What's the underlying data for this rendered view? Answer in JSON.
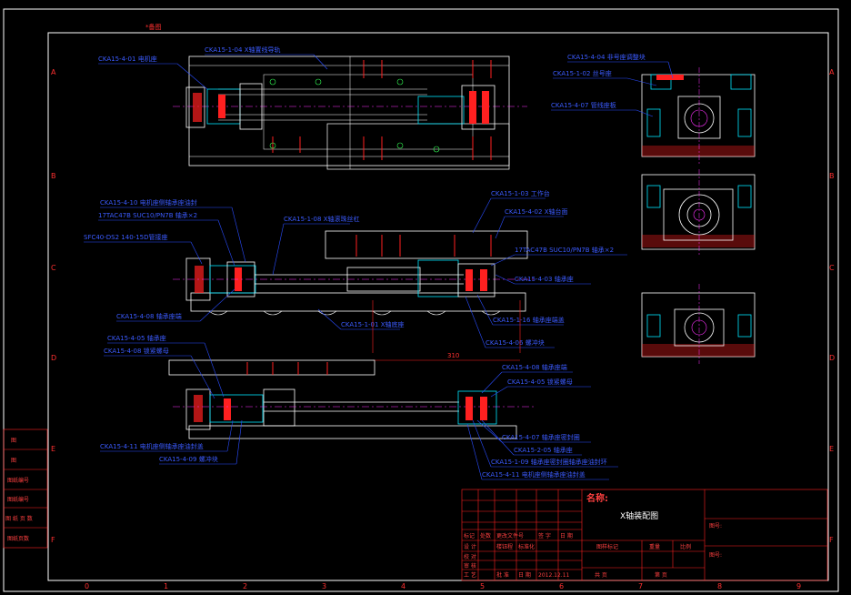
{
  "drawing": {
    "corner_mark": "*备图",
    "dimension": "310",
    "row_labels": [
      "A",
      "B",
      "C",
      "D",
      "E",
      "F"
    ],
    "col_labels": [
      "0",
      "1",
      "2",
      "3",
      "4",
      "5",
      "6",
      "7",
      "8",
      "9"
    ]
  },
  "top_view_labels": [
    "CKA15-4-01 电机座",
    "CKA15-1-04 X轴置线导轨"
  ],
  "section_labels": [
    "CKA15-4-04 非号座调整块",
    "CKA15-1-02 丝号座",
    "CKA15-4-07 管线座板"
  ],
  "mid_view_labels": [
    "CKA15-4-10 电机座侧轴承座油封",
    "17TAC47B SUC10/PN7B 轴承×2",
    "SFC40-DS2 140-15D管接座",
    "CKA15-1-08 X轴滚珠丝杠",
    "CKA15-1-03 工作台",
    "CKA15-4-02 X轴台面",
    "17TAC47B SUC10/PN7B 轴承×2",
    "CKA15-4-03 轴承座",
    "CKA15-4-08 轴承座端",
    "CKA15-1-01 X轴底座",
    "CKA15-1-16 轴承座端盖",
    "CKA15-4-06 螺冲块"
  ],
  "low_view_labels": [
    "CKA15-4-05 轴承座",
    "CKA15-4-08 锁紧螺母",
    "CKA15-4-08 轴承座端",
    "CKA15-4-05 锁紧螺母",
    "CKA15-4-11 电机座侧轴承座油封盖",
    "CKA15-4-09 螺冲块",
    "CKA15-4-07 轴承座密封圈",
    "CKA15-2-05 轴承座",
    "CKA15-1-09 轴承座密封圈轴承座油封环",
    "CKA15-4-11 电机座侧轴承座油封盖"
  ],
  "left_strip": [
    "图",
    "图",
    "图纸编号",
    "图纸编号",
    "图 纸 页 数",
    "图纸页数"
  ],
  "title_block": {
    "name_label": "名称:",
    "name_value": "X轴装配图",
    "drawing_no_label": "图号:",
    "drawing_no_label_2": "图号:",
    "mark_label": "图样标记",
    "weight_label": "重量",
    "scale_label": "比例",
    "sheets_label": "共    页",
    "sheet_label": "第    页",
    "row1": [
      "标记",
      "处数",
      "更改文件号",
      "签 字",
      "日 期"
    ],
    "designer_label": "设 计",
    "designer_value": "楼钰程",
    "std_label": "标准化",
    "check_label": "校 对",
    "review_label": "审 核",
    "process_label": "工 艺",
    "approve_label": "批 准",
    "date_label": "日 期",
    "date_value": "2012.12.11"
  },
  "colors": {
    "frame": "#ffffff",
    "body": "#ffffff",
    "accent_red": "#ff2020",
    "label_blue": "#2a4dff",
    "cyan": "#00e5ff",
    "magenta": "#ff33ff",
    "green": "#33ff55"
  }
}
